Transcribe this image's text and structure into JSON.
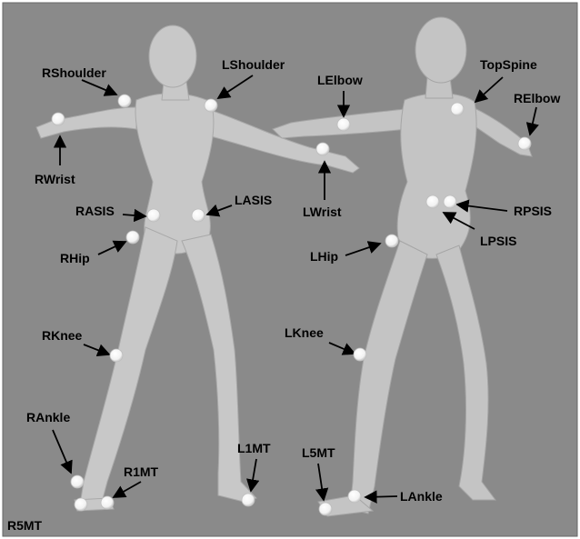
{
  "background_color": "#8a8a8a",
  "figure_color": "#c9c9c9",
  "marker_color": "#ffffff",
  "labels": {
    "rshoulder": "RShoulder",
    "lshoulder": "LShoulder",
    "rwrist": "RWrist",
    "rasis": "RASIS",
    "lasis": "LASIS",
    "rhip": "RHip",
    "rknee": "RKnee",
    "rankle": "RAnkle",
    "r1mt": "R1MT",
    "r5mt": "R5MT",
    "l1mt": "L1MT",
    "lelbow": "LElbow",
    "topspine": "TopSpine",
    "relbow": "RElbow",
    "lwrist": "LWrist",
    "rpsis": "RPSIS",
    "lpsis": "LPSIS",
    "lhip": "LHip",
    "lknee": "LKnee",
    "l5mt": "L5MT",
    "lankle": "LAnkle"
  }
}
